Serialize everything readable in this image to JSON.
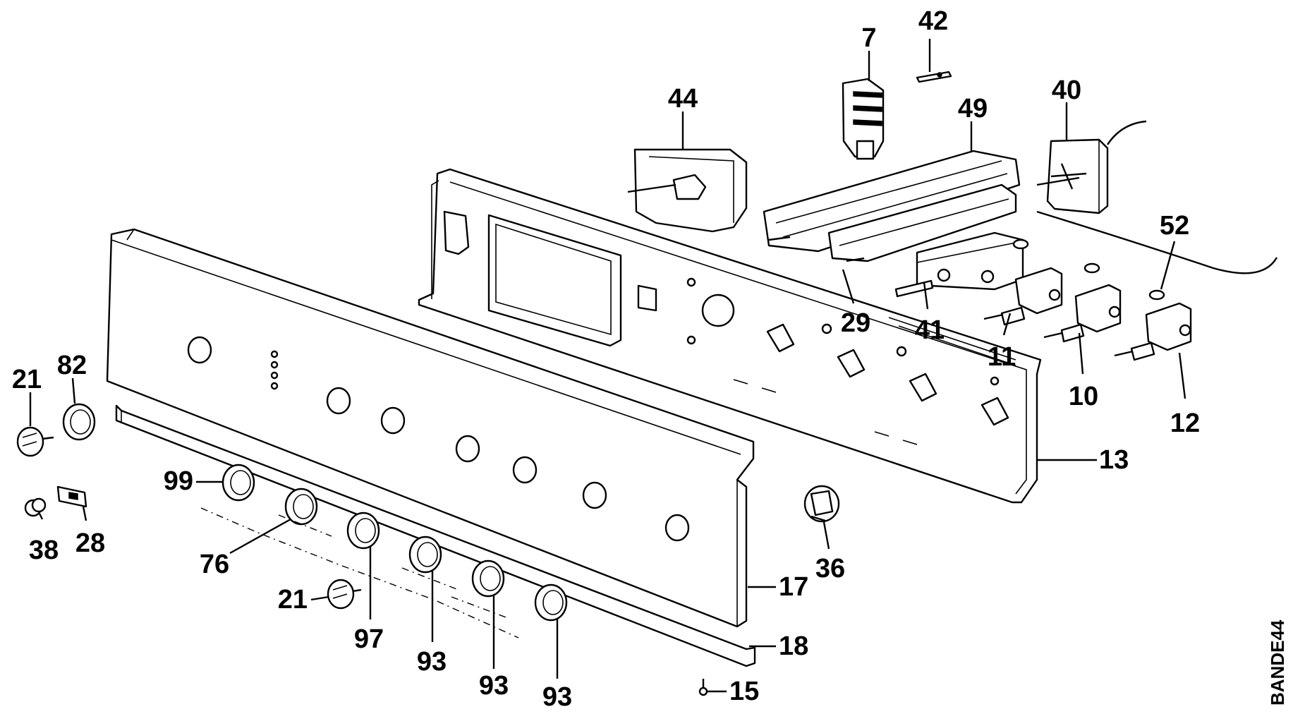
{
  "diagram": {
    "code": "BANDE44",
    "labels": {
      "p7": "7",
      "p42": "42",
      "p44": "44",
      "p40": "40",
      "p49": "49",
      "p52": "52",
      "p29": "29",
      "p41": "41",
      "p11": "11",
      "p10": "10",
      "p12": "12",
      "p13": "13",
      "p21a": "21",
      "p82": "82",
      "p38": "38",
      "p28": "28",
      "p99": "99",
      "p76": "76",
      "p21b": "21",
      "p97": "97",
      "p93a": "93",
      "p93b": "93",
      "p93c": "93",
      "p36": "36",
      "p17": "17",
      "p18": "18",
      "p15": "15"
    }
  }
}
